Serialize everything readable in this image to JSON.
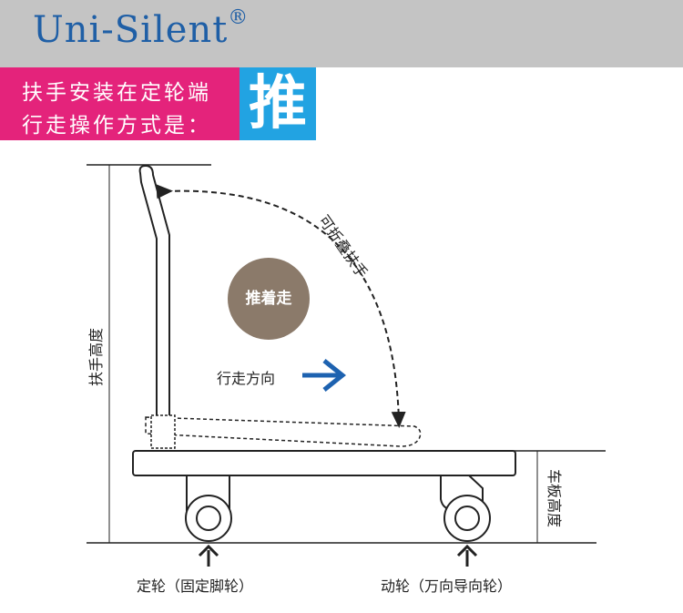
{
  "brand": {
    "name": "Uni-Silent",
    "mark": "®"
  },
  "banner": {
    "line1": "扶手安装在定轮端",
    "line2": "行走操作方式是：",
    "push": "推"
  },
  "diagram": {
    "fold_label": "可折叠扶手",
    "walk_badge": "推着走",
    "direction_label": "行走方向",
    "handle_height_label": "扶手高度",
    "deck_height_label": "车板高度",
    "fixed_wheel_label": "定轮（固定脚轮）",
    "swivel_wheel_label": "动轮（万向导向轮）"
  },
  "colors": {
    "header_bg": "#c4c4c4",
    "brand_text": "#1f5fa6",
    "banner_pink": "#e4237b",
    "banner_blue": "#22a3e2",
    "walk_badge": "#8b7a6a",
    "arrow_blue": "#1d62b0"
  }
}
